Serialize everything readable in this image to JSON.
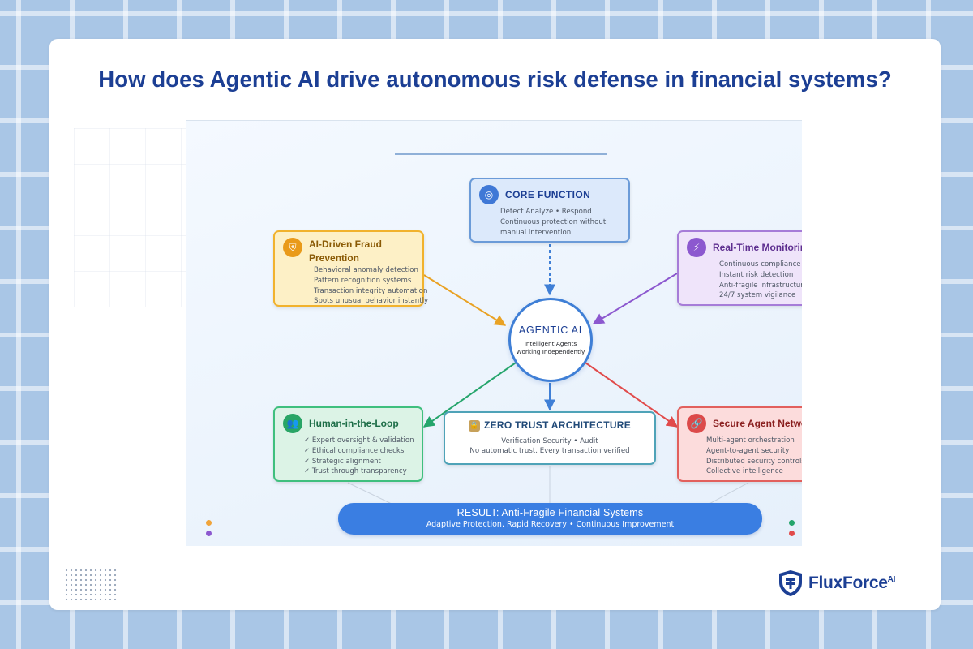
{
  "page": {
    "title": "How does Agentic AI drive autonomous risk defense in financial systems?"
  },
  "hub": {
    "title": "AGENTIC AI",
    "sub_line1": "Intelligent Agents",
    "sub_line2": "Working Independently"
  },
  "nodes": {
    "core": {
      "icon": "target-icon",
      "glyph": "◎",
      "title": "CORE FUNCTION",
      "lines": [
        "Detect Analyze • Respond",
        "Continuous protection without",
        "manual intervention"
      ],
      "color": "#6b9bd8"
    },
    "fraud": {
      "icon": "shield-icon",
      "glyph": "⛨",
      "title": "AI-Driven Fraud Prevention",
      "lines": [
        "Behavioral anomaly detection",
        "Pattern recognition systems",
        "Transaction integrity automation",
        "Spots unusual behavior instantly"
      ],
      "color": "#f1b22d"
    },
    "monitor": {
      "icon": "lightning-icon",
      "glyph": "⚡",
      "title": "Real-Time Monitoring",
      "lines": [
        "Continuous compliance checks",
        "Instant risk detection",
        "Anti-fragile infrastructure",
        "24/7 system vigilance"
      ],
      "color": "#a67cd8"
    },
    "human": {
      "icon": "people-icon",
      "glyph": "👥",
      "title": "Human-in-the-Loop",
      "lines": [
        "✓ Expert oversight & validation",
        "✓ Ethical compliance checks",
        "✓ Strategic alignment",
        "✓ Trust through transparency"
      ],
      "color": "#3fbf7e"
    },
    "zero": {
      "icon": "lock-icon",
      "glyph": "🔒",
      "title": "ZERO TRUST ARCHITECTURE",
      "lines": [
        "Verification Security • Audit",
        "No automatic trust. Every transaction verified"
      ],
      "color": "#4fa3b8"
    },
    "secure": {
      "icon": "link-icon",
      "glyph": "🔗",
      "title": "Secure Agent Network",
      "lines": [
        "Multi-agent orchestration",
        "Agent-to-agent security",
        "Distributed security controls",
        "Collective intelligence"
      ],
      "color": "#e2605d"
    }
  },
  "result": {
    "title": "RESULT: Anti-Fragile Financial Systems",
    "subtitle": "Adaptive Protection. Rapid Recovery • Continuous Improvement"
  },
  "brand": {
    "name": "FluxForce",
    "suffix": "AI",
    "color": "#1c3f94"
  },
  "colors": {
    "title": "#1c3f94",
    "hub_border": "#3f7fd6",
    "result_bg": "#3a7ee2"
  }
}
